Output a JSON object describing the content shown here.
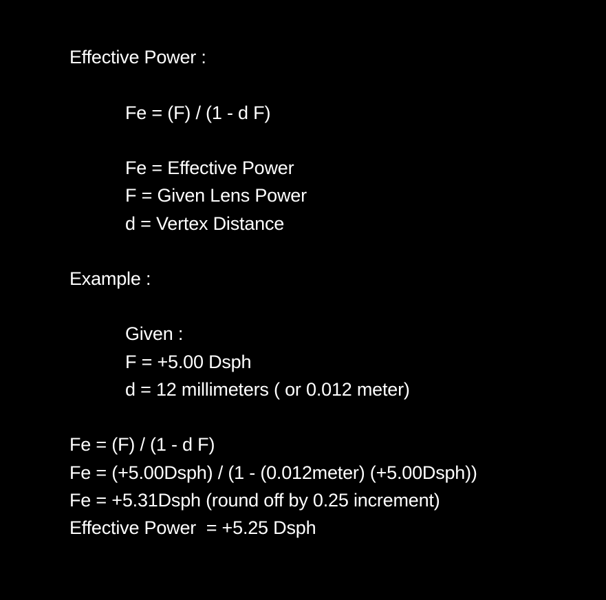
{
  "document": {
    "heading": "Effective Power :",
    "formula": "Fe = (F) / (1 - d F)",
    "definitions": [
      "Fe = Effective Power",
      "F = Given Lens Power",
      "d = Vertex Distance"
    ],
    "example_heading": "Example :",
    "given_heading": "Given :",
    "given": [
      "F = +5.00 Dsph",
      "d = 12 millimeters ( or 0.012 meter)"
    ],
    "solution": [
      "Fe = (F) / (1 - d F)",
      "Fe = (+5.00Dsph) / (1 - (0.012meter) (+5.00Dsph))",
      "Fe = +5.31Dsph (round off by 0.25 increment)",
      "Effective Power  = +5.25 Dsph"
    ]
  },
  "colors": {
    "background": "#000000",
    "text": "#ffffff"
  }
}
